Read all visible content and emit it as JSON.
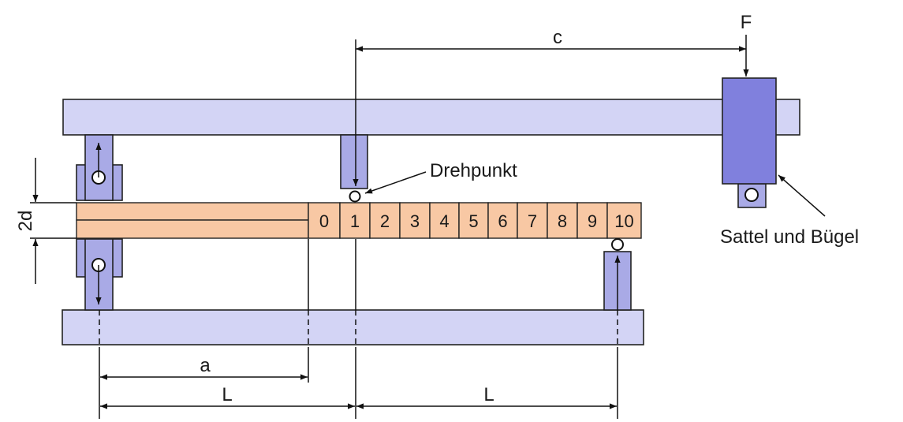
{
  "labels": {
    "force": "F",
    "c": "c",
    "pivot": "Drehpunkt",
    "saddle": "Sattel und Bügel",
    "thickness": "2d",
    "a": "a",
    "L_left": "L",
    "L_right": "L"
  },
  "scale_numbers": [
    "0",
    "1",
    "2",
    "3",
    "4",
    "5",
    "6",
    "7",
    "8",
    "9",
    "10"
  ],
  "colors": {
    "beam": "#d3d4f5",
    "block": "#a9aae6",
    "saddle": "#8080dd",
    "specimen": "#f8c8a4"
  }
}
